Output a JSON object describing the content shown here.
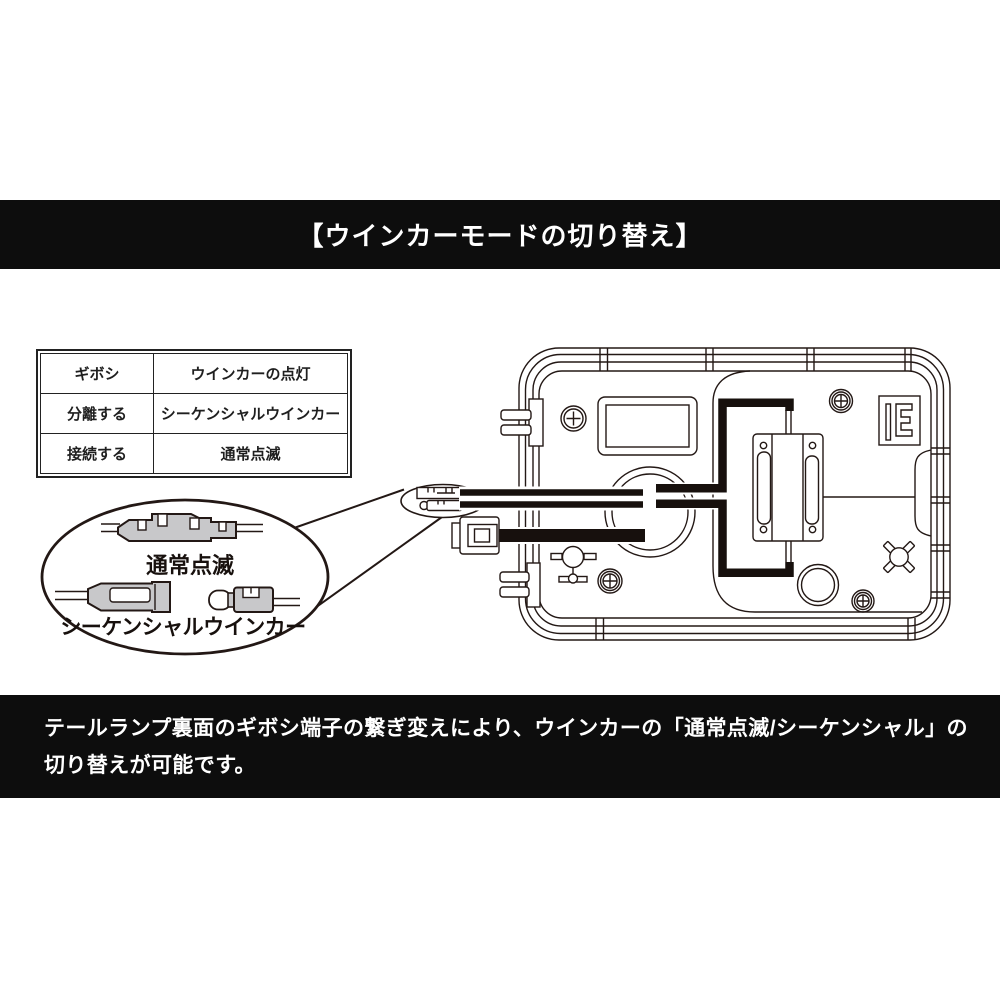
{
  "page": {
    "background": "#ffffff"
  },
  "header": {
    "title": "【ウインカーモードの切り替え】",
    "bg_color": "#0d0d0d",
    "text_color": "#ffffff"
  },
  "spec_table": {
    "rows": [
      {
        "left": "ギボシ",
        "right": "ウインカーの点灯"
      },
      {
        "left": "分離する",
        "right": "シーケンシャルウインカー"
      },
      {
        "left": "接続する",
        "right": "通常点滅"
      }
    ]
  },
  "magnifier_callout": {
    "normal_label": "通常点滅",
    "sequential_label": "シーケンシャルウインカー"
  },
  "diagram": {
    "name": "tail-lamp-rear-view",
    "line_color": "#231815",
    "wire_color": "#17100d",
    "connector_fill": "#c8c8ca"
  },
  "footer": {
    "line1": "テールランプ裏面のギボシ端子の繋ぎ変えにより、ウインカーの「通常点滅/シーケンシャル」の",
    "line2": "切り替えが可能です。",
    "bg_color": "#0d0d0d",
    "text_color": "#ffffff"
  }
}
